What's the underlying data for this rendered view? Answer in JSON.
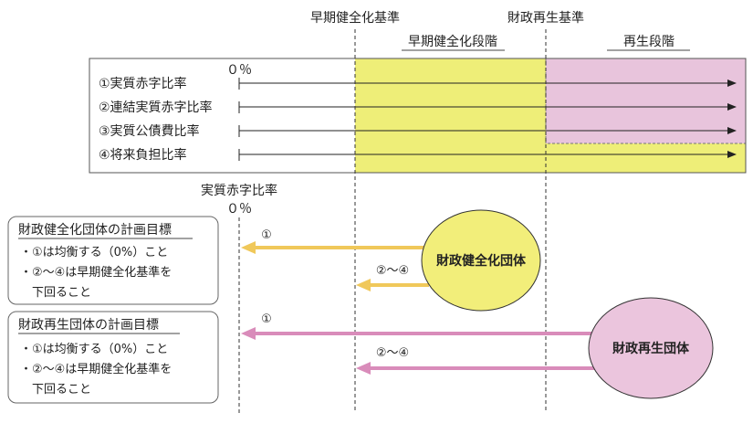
{
  "header": {
    "early_standard": "早期健全化基準",
    "fiscal_standard": "財政再生基準",
    "early_stage": "早期健全化段階",
    "rebuild_stage": "再生段階"
  },
  "ratios": {
    "zero_label": "０％",
    "items": [
      "①実質赤字比率",
      "②連結実質赤字比率",
      "③実質公債費比率",
      "④将来負担比率"
    ]
  },
  "lower_axis": {
    "title": "実質赤字比率",
    "zero_label": "０％"
  },
  "plans": [
    {
      "title": "財政健全化団体の計画目標",
      "lines": [
        "・①は均衡する（0%）こと",
        "・②～④は早期健全化基準を",
        "　下回ること"
      ],
      "entity": "財政健全化団体",
      "arrow1_label": "①",
      "arrow2_label": "②～④"
    },
    {
      "title": "財政再生団体の計画目標",
      "lines": [
        "・①は均衡する（0%）こと",
        "・②～④は早期健全化基準を",
        "　下回ること"
      ],
      "entity": "財政再生団体",
      "arrow1_label": "①",
      "arrow2_label": "②～④"
    }
  ],
  "colors": {
    "early_zone": "#eeee78",
    "rebuild_zone": "#e8c4dc",
    "yellow_arrow": "#f0c85a",
    "pink_arrow": "#d98cba",
    "yellow_circle": "#f2ee7a",
    "pink_circle": "#ebc5dd"
  }
}
